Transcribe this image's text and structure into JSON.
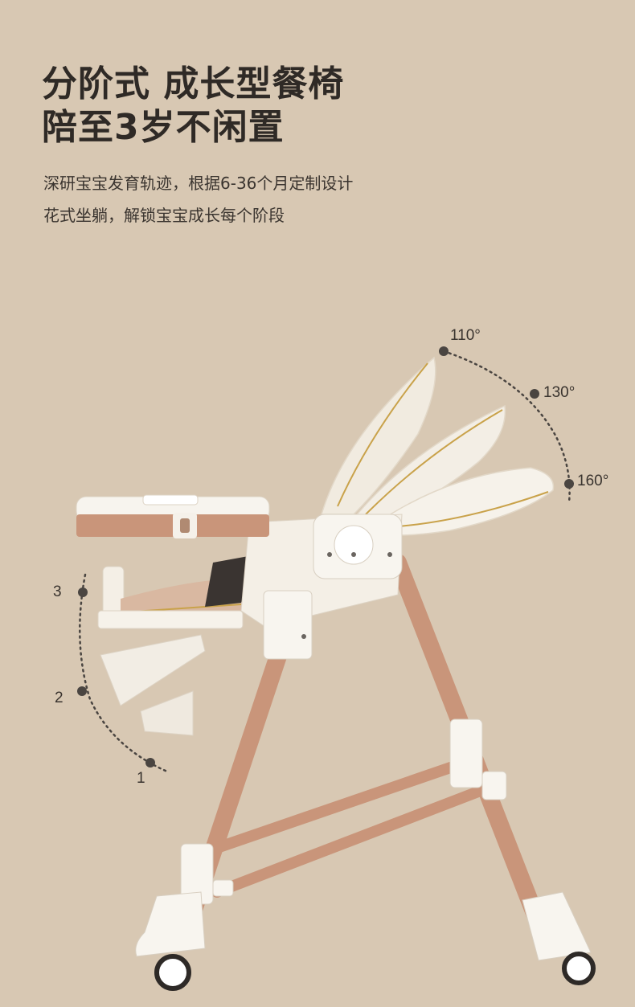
{
  "headline": {
    "line1": "分阶式 成长型餐椅",
    "line2": "陪至3岁不闲置"
  },
  "description": {
    "line1": "深研宝宝发育轨迹，根据6-36个月定制设计",
    "line2": "花式坐躺，解锁宝宝成长每个阶段"
  },
  "recline_angles": [
    "110°",
    "130°",
    "160°"
  ],
  "footrest_levels": [
    "3",
    "2",
    "1"
  ],
  "colors": {
    "background": "#d8c8b3",
    "frame": "#c9957a",
    "seat": "#f4efe6",
    "gold_trim": "#c9a24a",
    "dots": "#4a4541"
  }
}
